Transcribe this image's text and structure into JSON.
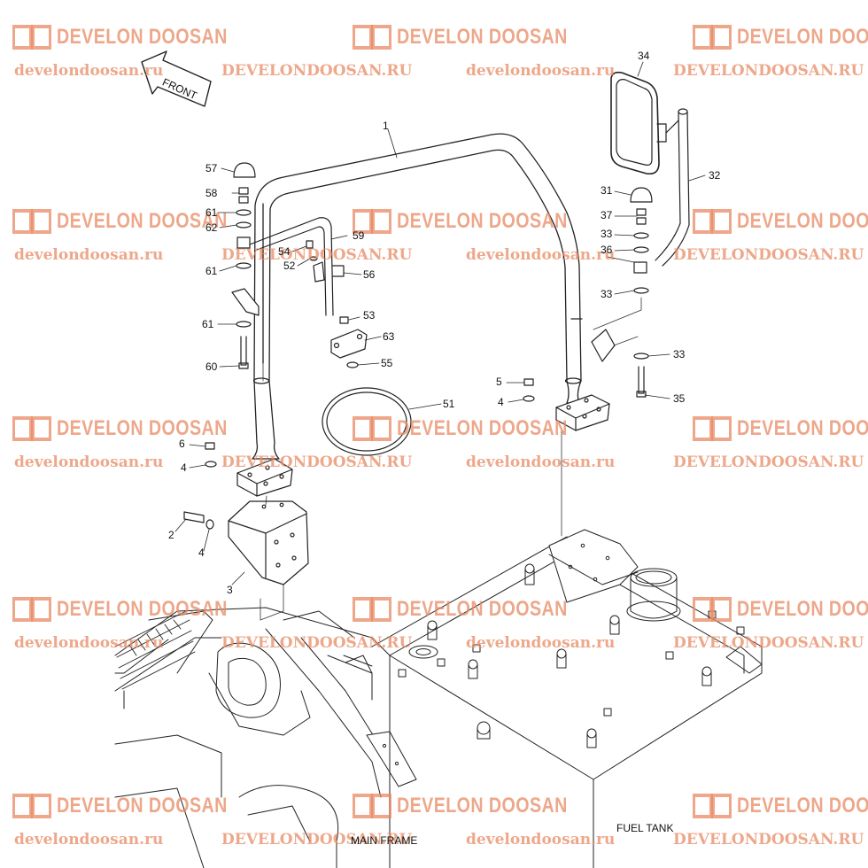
{
  "watermark": {
    "brand": "DEVELON DOOSAN",
    "url_lower": "develondoosan.ru",
    "url_upper": "DEVELONDOOSAN.RU",
    "color": "#e88a63"
  },
  "arrow_label": "FRONT",
  "captions": {
    "main_frame": "MAIN FRAME",
    "fuel_tank": "FUEL TANK"
  },
  "parts": [
    {
      "id": "p1",
      "text": "1"
    },
    {
      "id": "p2",
      "text": "2"
    },
    {
      "id": "p3",
      "text": "3"
    },
    {
      "id": "p4a",
      "text": "4"
    },
    {
      "id": "p4b",
      "text": "4"
    },
    {
      "id": "p4c",
      "text": "4"
    },
    {
      "id": "p5",
      "text": "5"
    },
    {
      "id": "p6",
      "text": "6"
    },
    {
      "id": "p31",
      "text": "31"
    },
    {
      "id": "p32",
      "text": "32"
    },
    {
      "id": "p33a",
      "text": "33"
    },
    {
      "id": "p33b",
      "text": "33"
    },
    {
      "id": "p33c",
      "text": "33"
    },
    {
      "id": "p34",
      "text": "34"
    },
    {
      "id": "p35",
      "text": "35"
    },
    {
      "id": "p36",
      "text": "36"
    },
    {
      "id": "p37",
      "text": "37"
    },
    {
      "id": "p51",
      "text": "51"
    },
    {
      "id": "p52",
      "text": "52"
    },
    {
      "id": "p53",
      "text": "53"
    },
    {
      "id": "p54",
      "text": "54"
    },
    {
      "id": "p55",
      "text": "55"
    },
    {
      "id": "p56",
      "text": "56"
    },
    {
      "id": "p57",
      "text": "57"
    },
    {
      "id": "p58",
      "text": "58"
    },
    {
      "id": "p59",
      "text": "59"
    },
    {
      "id": "p60",
      "text": "60"
    },
    {
      "id": "p61a",
      "text": "61"
    },
    {
      "id": "p61b",
      "text": "61"
    },
    {
      "id": "p61c",
      "text": "61"
    },
    {
      "id": "p62",
      "text": "62"
    },
    {
      "id": "p63",
      "text": "63"
    }
  ]
}
